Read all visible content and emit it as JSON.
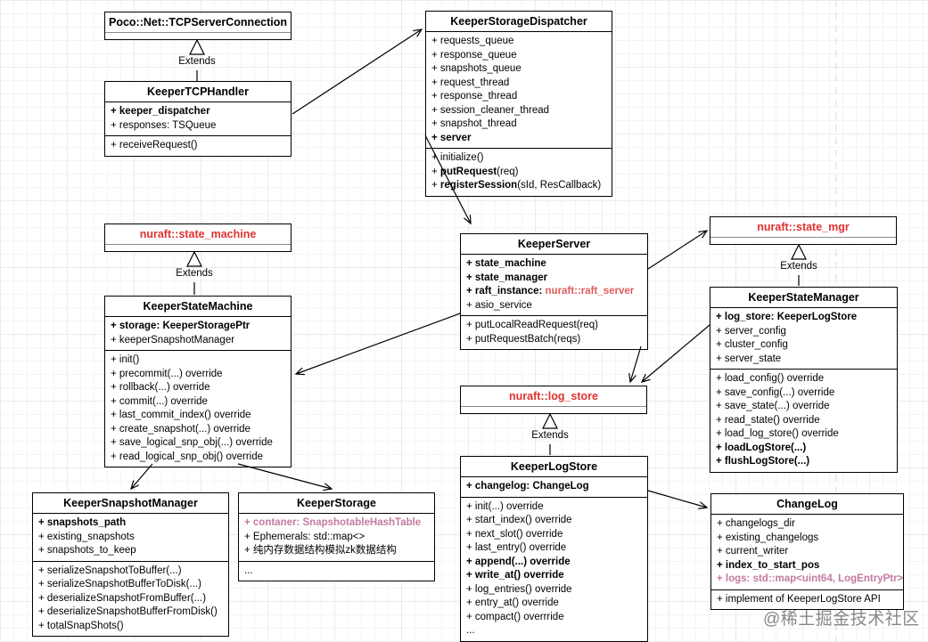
{
  "extends_label": "Extends",
  "watermark": "@稀土掘金技术社区",
  "colors": {
    "nuraft_red": "#e03131",
    "inline_red": "#e05c5c",
    "pink": "#c27ba0"
  },
  "classes": [
    {
      "id": "tcp-server-connection",
      "title": "Poco::Net::TCPServerConnection",
      "attributes": [],
      "methods": []
    },
    {
      "id": "keeper-tcp-handler",
      "title": "KeeperTCPHandler",
      "attributes": [
        {
          "t": "+ keeper_dispatcher",
          "c": "b"
        },
        {
          "t": "+ responses: TSQueue"
        }
      ],
      "methods": [
        {
          "t": "+ receiveRequest()"
        }
      ]
    },
    {
      "id": "keeper-storage-dispatcher",
      "title": "KeeperStorageDispatcher",
      "attributes": [
        {
          "t": "+ requests_queue"
        },
        {
          "t": "+ response_queue"
        },
        {
          "t": "+ snapshots_queue"
        },
        {
          "t": "+ request_thread"
        },
        {
          "t": "+ response_thread"
        },
        {
          "t": "+ session_cleaner_thread"
        },
        {
          "t": "+ snapshot_thread"
        },
        {
          "t": "+ server",
          "c": "b"
        }
      ],
      "methods": [
        {
          "t": "+ initialize()"
        },
        {
          "parts": [
            {
              "t": "+ "
            },
            {
              "t": "putRequest",
              "c": "b"
            },
            {
              "t": "(req)"
            }
          ]
        },
        {
          "parts": [
            {
              "t": "+ "
            },
            {
              "t": "registerSession",
              "c": "b"
            },
            {
              "t": "(sId, ResCallback)"
            }
          ]
        }
      ]
    },
    {
      "id": "nuraft-state-machine",
      "title": "nuraft::state_machine",
      "attributes": [],
      "methods": []
    },
    {
      "id": "keeper-state-machine",
      "title": "KeeperStateMachine",
      "attributes": [
        {
          "t": "+ storage: KeeperStoragePtr",
          "c": "b"
        },
        {
          "t": "+ keeperSnapshotManager"
        }
      ],
      "methods": [
        {
          "t": "+ init()"
        },
        {
          "t": "+ precommit(...) override"
        },
        {
          "t": "+ rollback(...) override"
        },
        {
          "t": "+ commit(...) override"
        },
        {
          "t": "+ last_commit_index() override"
        },
        {
          "t": "+ create_snapshot(...) override"
        },
        {
          "t": "+ save_logical_snp_obj(...) override"
        },
        {
          "t": "+ read_logical_snp_obj() override"
        }
      ]
    },
    {
      "id": "keeper-server",
      "title": "KeeperServer",
      "attributes": [
        {
          "t": "+ state_machine",
          "c": "b"
        },
        {
          "t": "+ state_manager",
          "c": "b"
        },
        {
          "parts": [
            {
              "t": "+ raft_instance: ",
              "c": "b"
            },
            {
              "t": "nuraft::raft_server",
              "c": "b r"
            }
          ]
        },
        {
          "t": "+ asio_service"
        }
      ],
      "methods": [
        {
          "t": "+ putLocalReadRequest(req)"
        },
        {
          "t": "+ putRequestBatch(reqs)"
        }
      ]
    },
    {
      "id": "nuraft-state-mgr",
      "title": "nuraft::state_mgr",
      "attributes": [],
      "methods": []
    },
    {
      "id": "keeper-state-manager",
      "title": "KeeperStateManager",
      "attributes": [
        {
          "t": "+ log_store: KeeperLogStore",
          "c": "b"
        },
        {
          "t": "+ server_config"
        },
        {
          "t": "+ cluster_config"
        },
        {
          "t": "+ server_state"
        }
      ],
      "methods": [
        {
          "t": "+ load_config() override"
        },
        {
          "t": "+ save_config(...) override"
        },
        {
          "t": "+ save_state(...) override"
        },
        {
          "t": "+ read_state() override"
        },
        {
          "t": "+ load_log_store() override"
        },
        {
          "t": "+ loadLogStore(...)",
          "c": "b"
        },
        {
          "t": "+ flushLogStore(...)",
          "c": "b"
        }
      ]
    },
    {
      "id": "nuraft-log-store",
      "title": "nuraft::log_store",
      "attributes": [],
      "methods": []
    },
    {
      "id": "keeper-log-store",
      "title": "KeeperLogStore",
      "attributes": [
        {
          "t": "+ changelog: ChangeLog",
          "c": "b"
        }
      ],
      "methods": [
        {
          "t": "+ init(...) override"
        },
        {
          "t": "+ start_index() override"
        },
        {
          "t": "+ next_slot() override"
        },
        {
          "t": "+ last_entry() override"
        },
        {
          "t": "+ append(...) override",
          "c": "b"
        },
        {
          "t": "+ write_at() override",
          "c": "b"
        },
        {
          "t": "+ log_entries() override"
        },
        {
          "t": "+ entry_at() override"
        },
        {
          "t": "+ compact() overrride"
        },
        {
          "t": "..."
        }
      ]
    },
    {
      "id": "keeper-snapshot-manager",
      "title": "KeeperSnapshotManager",
      "attributes": [
        {
          "t": "+ snapshots_path",
          "c": "b"
        },
        {
          "t": "+ existing_snapshots"
        },
        {
          "t": "+ snapshots_to_keep"
        }
      ],
      "methods": [
        {
          "t": "+ serializeSnapshotToBuffer(...)"
        },
        {
          "t": "+ serializeSnapshotBufferToDisk(...)"
        },
        {
          "t": "+ deserializeSnapshotFromBuffer(...)"
        },
        {
          "t": "+ deserializeSnapshotBufferFromDisk()"
        },
        {
          "t": "+ totalSnapShots()"
        }
      ]
    },
    {
      "id": "keeper-storage",
      "title": "KeeperStorage",
      "attributes": [
        {
          "t": "+ contaner: SnapshotableHashTable",
          "c": "b p"
        },
        {
          "t": "+ Ephemerals: std::map<>"
        },
        {
          "t": "+ 纯内存数据结构模拟zk数据结构"
        }
      ],
      "methods": [
        {
          "t": "..."
        }
      ]
    },
    {
      "id": "change-log",
      "title": "ChangeLog",
      "attributes": [
        {
          "t": "+ changelogs_dir"
        },
        {
          "t": "+ existing_changelogs"
        },
        {
          "t": "+ current_writer"
        },
        {
          "t": "+ index_to_start_pos",
          "c": "b"
        },
        {
          "t": "+ logs: std::map<uint64, LogEntryPtr>",
          "c": "b p"
        }
      ],
      "methods": [
        {
          "t": "+ implement of KeeperLogStore API"
        }
      ]
    }
  ],
  "relationships": [
    {
      "from": "KeeperTCPHandler",
      "to": "Poco::Net::TCPServerConnection",
      "type": "extends"
    },
    {
      "from": "KeeperStateMachine",
      "to": "nuraft::state_machine",
      "type": "extends"
    },
    {
      "from": "KeeperStateManager",
      "to": "nuraft::state_mgr",
      "type": "extends"
    },
    {
      "from": "KeeperLogStore",
      "to": "nuraft::log_store",
      "type": "extends"
    },
    {
      "from": "KeeperTCPHandler",
      "to": "KeeperStorageDispatcher",
      "type": "arrow"
    },
    {
      "from": "KeeperStorageDispatcher",
      "to": "KeeperServer",
      "type": "arrow"
    },
    {
      "from": "KeeperServer",
      "to": "KeeperStateMachine",
      "type": "arrow"
    },
    {
      "from": "KeeperServer",
      "to": "nuraft::state_mgr",
      "type": "arrow"
    },
    {
      "from": "KeeperServer",
      "to": "nuraft::log_store",
      "type": "arrow"
    },
    {
      "from": "KeeperStateManager",
      "to": "nuraft::log_store",
      "type": "arrow"
    },
    {
      "from": "KeeperLogStore",
      "to": "ChangeLog",
      "type": "arrow"
    },
    {
      "from": "KeeperStateMachine",
      "to": "KeeperSnapshotManager",
      "type": "arrow"
    },
    {
      "from": "KeeperStateMachine",
      "to": "KeeperStorage",
      "type": "arrow"
    }
  ]
}
